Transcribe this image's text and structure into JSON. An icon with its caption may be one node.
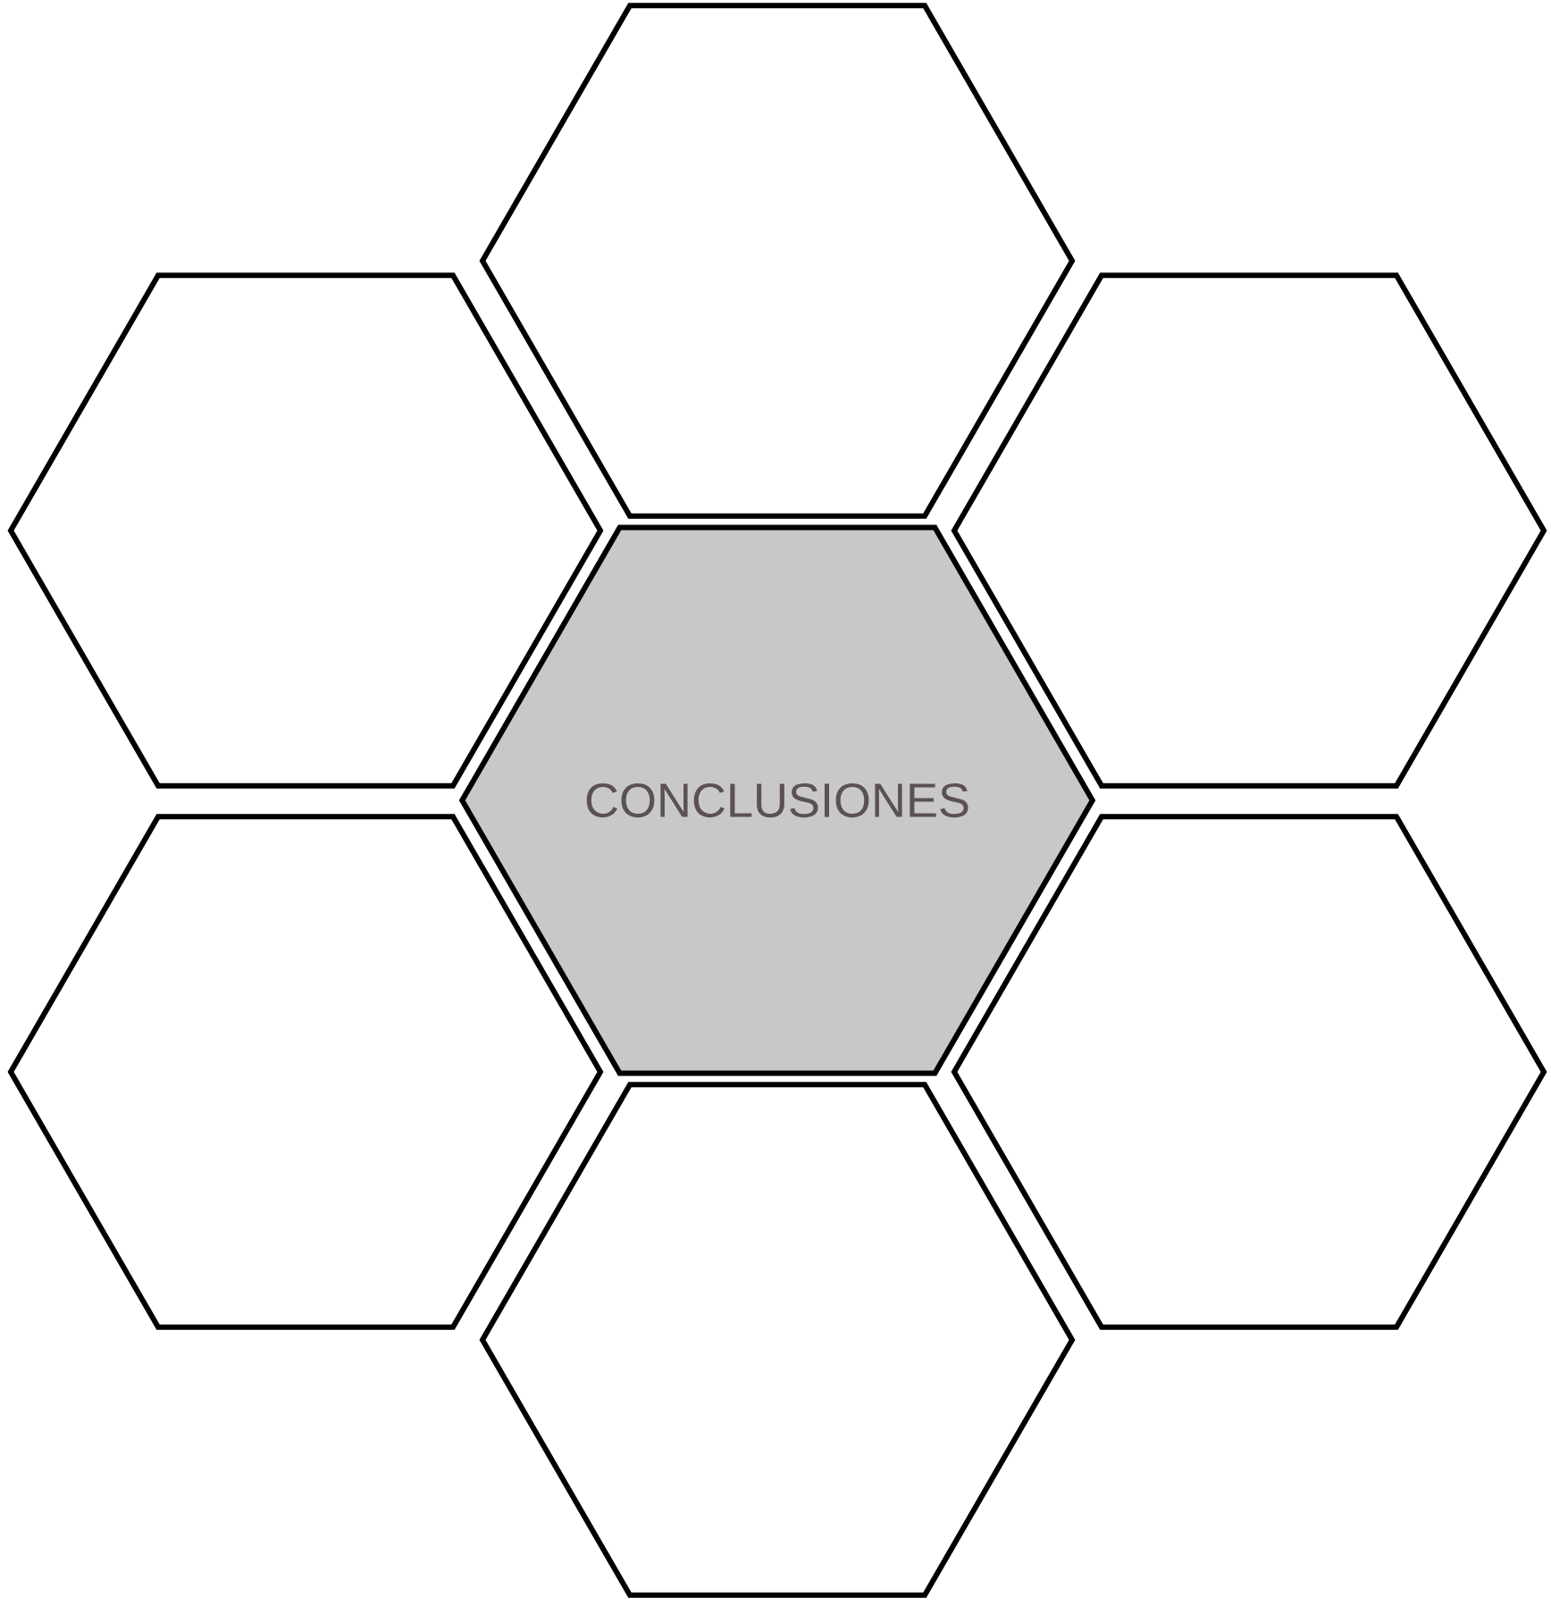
{
  "diagram": {
    "nodes": [
      {
        "text": [],
        "shape": "hexagon"
      },
      {
        "text": [],
        "shape": "hexagon"
      },
      {
        "text": [],
        "shape": "hexagon"
      },
      {
        "text": [
          "CONCLUSIONES"
        ]
      },
      {
        "text": [],
        "shape": "hexagon"
      },
      {
        "text": [],
        "shape": "hexagon"
      },
      {
        "text": [],
        "shape": "hexagon"
      }
    ]
  }
}
